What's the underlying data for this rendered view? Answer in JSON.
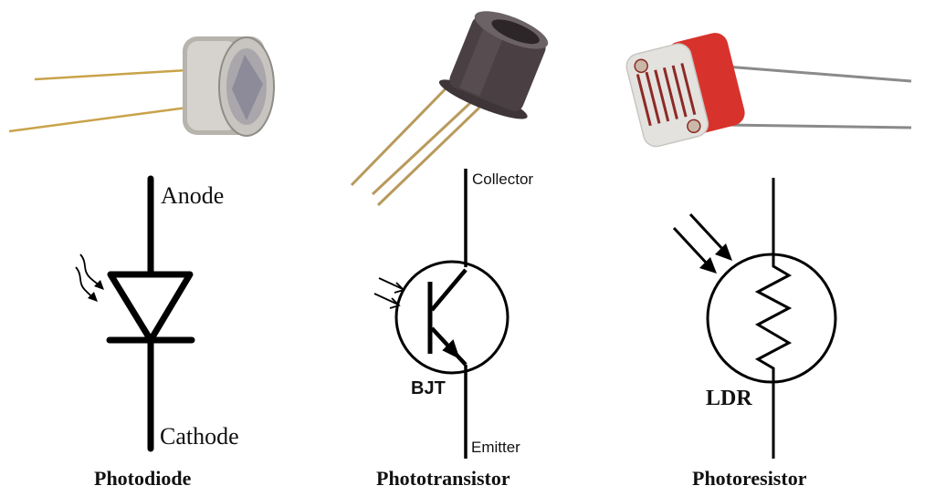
{
  "components": [
    {
      "name": "Photodiode",
      "photo": "photodiode-can-package",
      "terminals": {
        "top": "Anode",
        "bottom": "Cathode"
      },
      "symbol": "photodiode-symbol",
      "colors": {
        "lead": "#c9a34a",
        "body": "#bdbab4",
        "window": "#8d8a99"
      }
    },
    {
      "name": "Phototransistor",
      "photo": "phototransistor-to18-package",
      "terminals": {
        "top": "Collector",
        "bottom": "Emitter"
      },
      "symbol_label": "BJT",
      "symbol": "phototransistor-symbol",
      "colors": {
        "lead": "#b89a5c",
        "body": "#4a4043"
      }
    },
    {
      "name": "Photoresistor",
      "photo": "ldr-package",
      "symbol_label": "LDR",
      "symbol": "photoresistor-symbol",
      "colors": {
        "lead": "#8a8a8a",
        "body": "#d8322c",
        "face": "#e4e2df",
        "trace": "#8c2a26"
      }
    }
  ]
}
